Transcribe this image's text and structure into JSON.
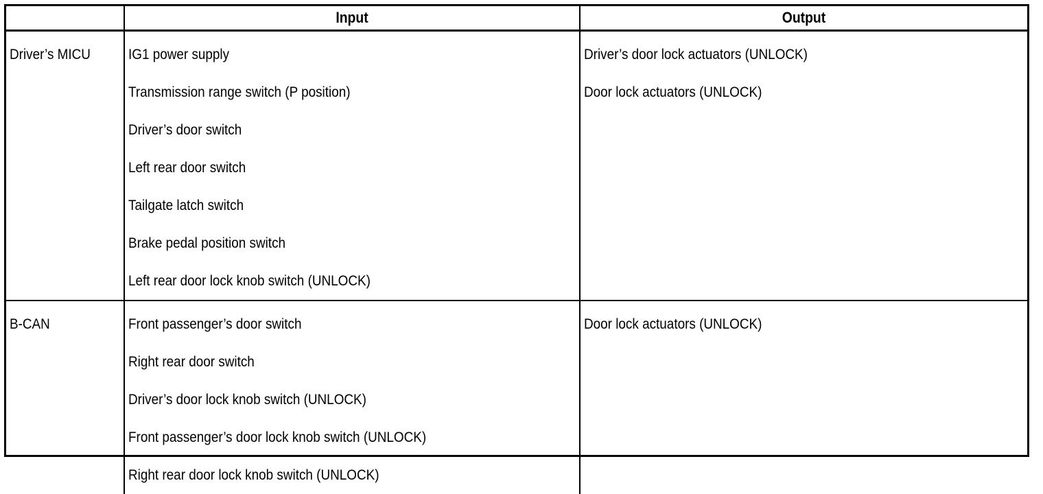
{
  "table": {
    "columns": [
      {
        "key": "system",
        "label": ""
      },
      {
        "key": "input",
        "label": "Input"
      },
      {
        "key": "output",
        "label": "Output"
      }
    ],
    "rows": [
      {
        "system": "Driver’s MICU",
        "inputs": [
          "IG1 power supply",
          "Transmission range switch (P position)",
          "Driver’s door switch",
          "Left rear door switch",
          "Tailgate latch switch",
          "Brake pedal position switch",
          "Left rear door lock knob switch (UNLOCK)"
        ],
        "outputs": [
          "Driver’s door lock actuators (UNLOCK)",
          "Door lock actuators (UNLOCK)"
        ]
      },
      {
        "system": "B-CAN",
        "inputs": [
          "Front passenger’s door switch",
          "Right rear door switch",
          "Driver’s door lock knob switch (UNLOCK)",
          "Front passenger’s door lock knob switch (UNLOCK)",
          "Right rear door lock knob switch (UNLOCK)"
        ],
        "outputs": [
          "Door lock actuators (UNLOCK)"
        ]
      }
    ]
  },
  "colors": {
    "border": "#000000",
    "text": "#000000",
    "background": "#ffffff"
  }
}
